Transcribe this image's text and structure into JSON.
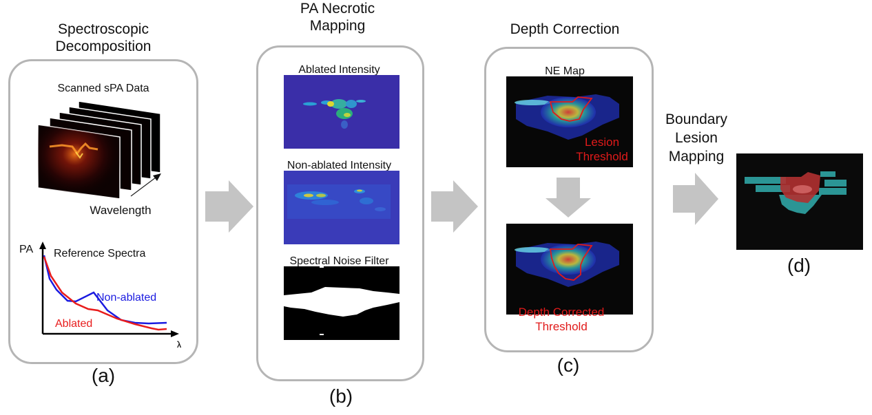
{
  "panels": {
    "a": {
      "title_line1": "Spectroscopic",
      "title_line2": "Decomposition",
      "stack_label": "Scanned sPA Data",
      "wavelength_label": "Wavelength",
      "spectra": {
        "title": "Reference Spectra",
        "y_axis_label": "PA",
        "x_axis_label": "λ",
        "series_non_ablated": "Non-ablated",
        "series_ablated": "Ablated",
        "color_non_ablated": "#1a1ae0",
        "color_ablated": "#e81c1c"
      },
      "caption": "(a)"
    },
    "b": {
      "title_line1": "PA Necrotic",
      "title_line2": "Mapping",
      "img1_label": "Ablated Intensity",
      "img2_label": "Non-ablated Intensity",
      "img3_label": "Spectral Noise Filter",
      "caption": "(b)"
    },
    "c": {
      "title": "Depth Correction",
      "img1_label": "NE Map",
      "img1_overlay_line1": "Lesion",
      "img1_overlay_line2": "Threshold",
      "img2_overlay_line1": "Depth Corrected",
      "img2_overlay_line2": "Threshold",
      "caption": "(c)"
    },
    "d": {
      "title_line1": "Boundary",
      "title_line2": "Lesion",
      "title_line3": "Mapping",
      "caption": "(d)"
    }
  },
  "colors": {
    "box_border": "#b5b5b5",
    "arrow": "#c4c4c4",
    "threshold_red": "#e11a1a",
    "colormap_bg": "#3b2fa6",
    "boundary_teal": "#2fa5a5",
    "lesion_red": "#b03030"
  }
}
